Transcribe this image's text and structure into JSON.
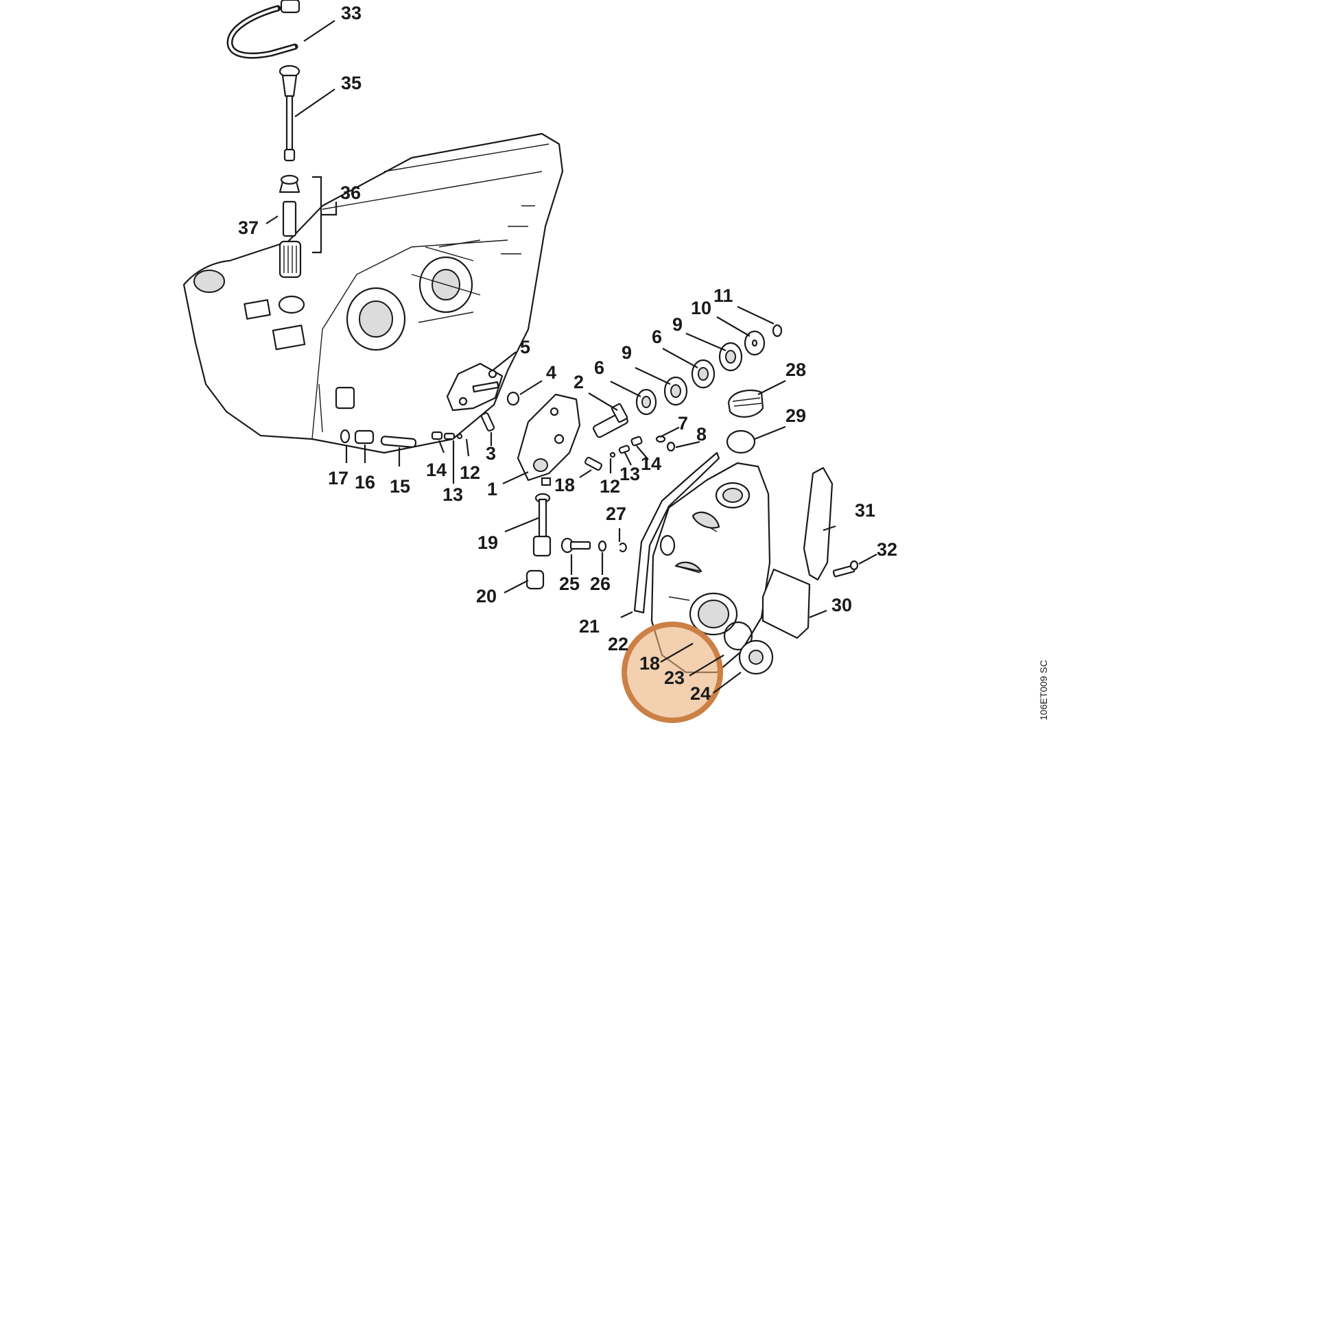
{
  "diagram": {
    "drawing_code": "106ET009 SC",
    "labels": {
      "l33": "33",
      "l35": "35",
      "l36": "36",
      "l37": "37",
      "l11": "11",
      "l10": "10",
      "l9a": "9",
      "l9b": "9",
      "l6a": "6",
      "l6b": "6",
      "l28": "28",
      "l29": "29",
      "l5": "5",
      "l4": "4",
      "l2": "2",
      "l7": "7",
      "l8": "8",
      "l3": "3",
      "l1": "1",
      "l18a": "18",
      "l12a": "12",
      "l13a": "13",
      "l14a": "14",
      "l17": "17",
      "l16": "16",
      "l15": "15",
      "l14b": "14",
      "l12b": "12",
      "l13b": "13",
      "l19": "19",
      "l20": "20",
      "l25": "25",
      "l26": "26",
      "l27": "27",
      "l21": "21",
      "l22": "22",
      "l31": "31",
      "l32": "32",
      "l30": "30",
      "l18b": "18",
      "l23": "23",
      "l24": "24"
    },
    "highlight": {
      "items": [
        "18",
        "23",
        "24"
      ],
      "color": "#e9b07c"
    }
  }
}
